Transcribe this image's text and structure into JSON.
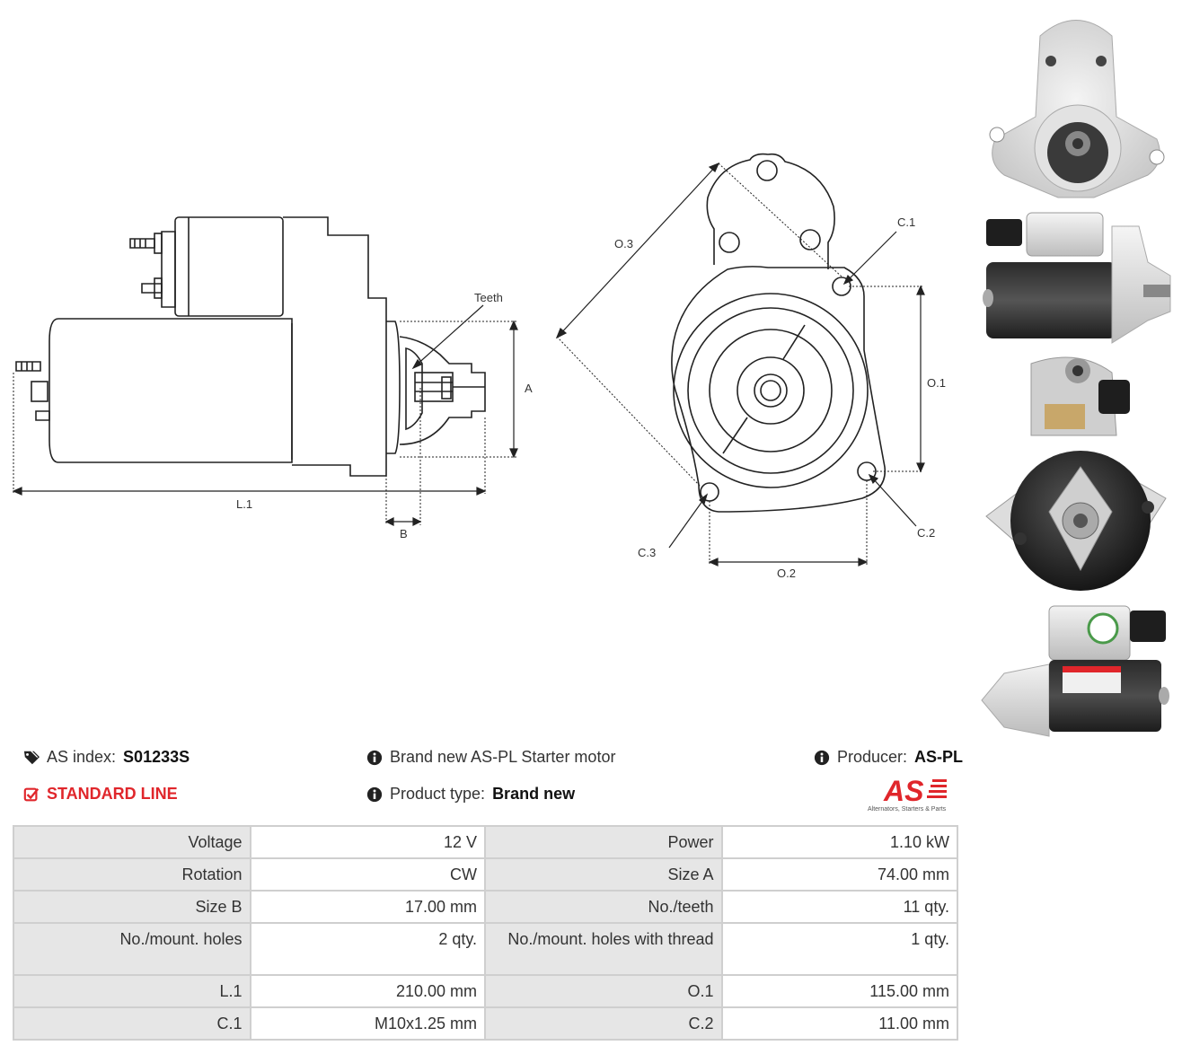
{
  "drawing": {
    "side_labels": {
      "teeth": "Teeth",
      "a": "A",
      "l1": "L.1",
      "b": "B"
    },
    "front_labels": {
      "o3": "O.3",
      "c1": "C.1",
      "o1": "O.1",
      "c2": "C.2",
      "c3": "C.3",
      "o2": "O.2"
    }
  },
  "info": {
    "as_index_label": "AS index:",
    "as_index_value": "S01233S",
    "line": "STANDARD LINE",
    "description": "Brand new AS-PL Starter motor",
    "product_type_label": "Product type:",
    "product_type_value": "Brand new",
    "producer_label": "Producer:",
    "producer_value": "AS-PL",
    "logo_text": "AS",
    "logo_subtitle": "Alternators, Starters & Parts"
  },
  "specs": [
    [
      "Voltage",
      "12 V",
      "Power",
      "1.10 kW"
    ],
    [
      "Rotation",
      "CW",
      "Size A",
      "74.00 mm"
    ],
    [
      "Size B",
      "17.00 mm",
      "No./teeth",
      "11 qty."
    ],
    [
      "No./mount. holes",
      "2 qty.",
      "No./mount. holes with thread",
      "1 qty."
    ],
    [
      "L.1",
      "210.00 mm",
      "O.1",
      "115.00 mm"
    ],
    [
      "C.1",
      "M10x1.25 mm",
      "C.2",
      "11.00 mm"
    ]
  ],
  "colors": {
    "accent_red": "#e0262b",
    "table_key_bg": "#e6e6e6",
    "table_border": "#cfcfcf"
  },
  "icons": [
    "tags-icon",
    "check-square-icon",
    "info-circle-icon"
  ]
}
